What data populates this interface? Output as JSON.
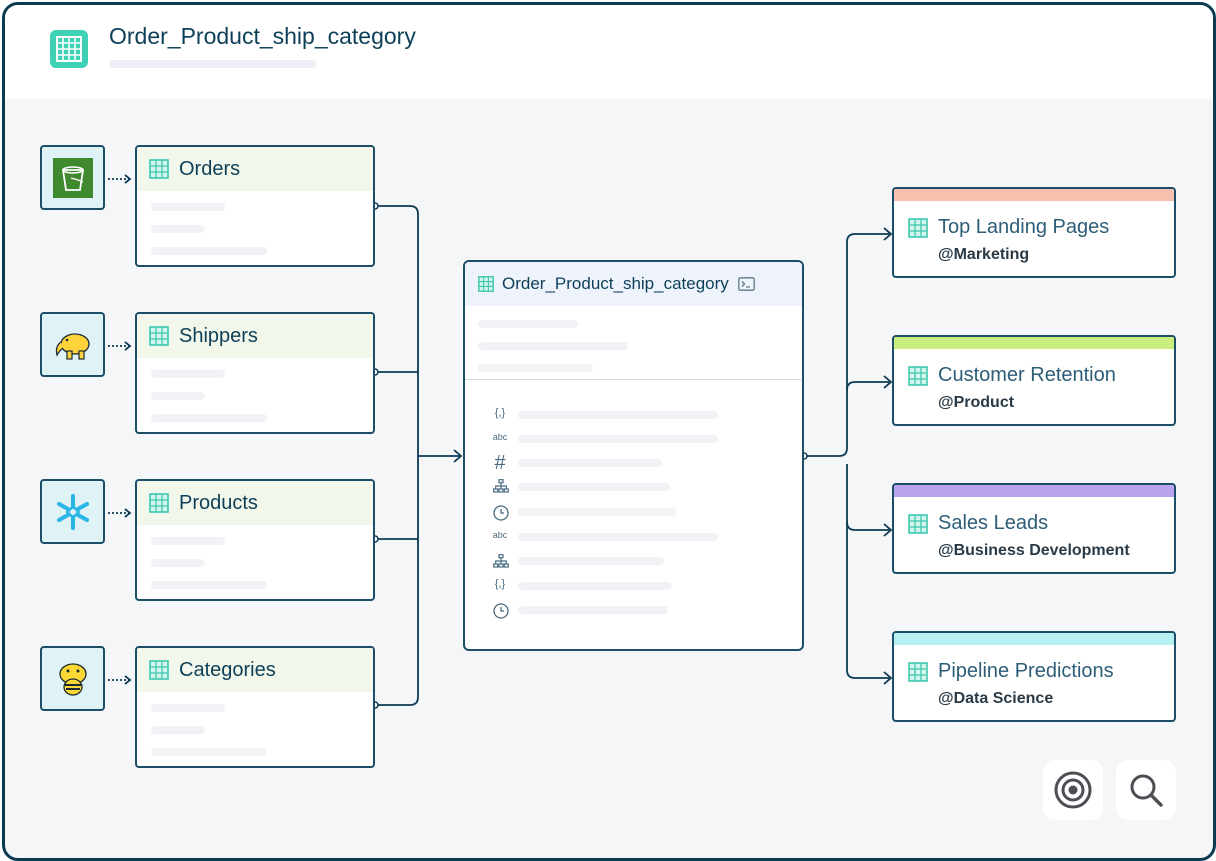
{
  "header": {
    "title": "Order_Product_ship_category",
    "icon": "table-icon"
  },
  "sources": [
    {
      "name": "Orders",
      "icon": "s3-bucket-icon"
    },
    {
      "name": "Shippers",
      "icon": "hadoop-elephant-icon"
    },
    {
      "name": "Products",
      "icon": "snowflake-icon"
    },
    {
      "name": "Categories",
      "icon": "hive-icon"
    }
  ],
  "center": {
    "title": "Order_Product_ship_category",
    "fields": [
      {
        "type": "{,}",
        "icon": "json-icon"
      },
      {
        "type": "abc",
        "icon": "string-icon"
      },
      {
        "type": "#",
        "icon": "number-icon"
      },
      {
        "type": "",
        "icon": "hierarchy-icon"
      },
      {
        "type": "",
        "icon": "clock-icon"
      },
      {
        "type": "abc",
        "icon": "string-icon"
      },
      {
        "type": "",
        "icon": "hierarchy-icon"
      },
      {
        "type": "{,}",
        "icon": "json-icon"
      },
      {
        "type": "",
        "icon": "clock-icon"
      }
    ]
  },
  "outputs": [
    {
      "title": "Top Landing Pages",
      "team": "@Marketing",
      "color": "#f7bfae"
    },
    {
      "title": "Customer Retention",
      "team": "@Product",
      "color": "#c9ee7e"
    },
    {
      "title": "Sales Leads",
      "team": "@Business Development",
      "color": "#b8a3ec"
    },
    {
      "title": "Pipeline Predictions",
      "team": "@Data Science",
      "color": "#b6f0f0"
    }
  ],
  "tools": [
    {
      "name": "target",
      "icon": "target-icon"
    },
    {
      "name": "search",
      "icon": "search-icon"
    }
  ],
  "colors": {
    "border": "#1c4e69",
    "accent": "#3fd1b6",
    "text": "#0e3f58"
  }
}
